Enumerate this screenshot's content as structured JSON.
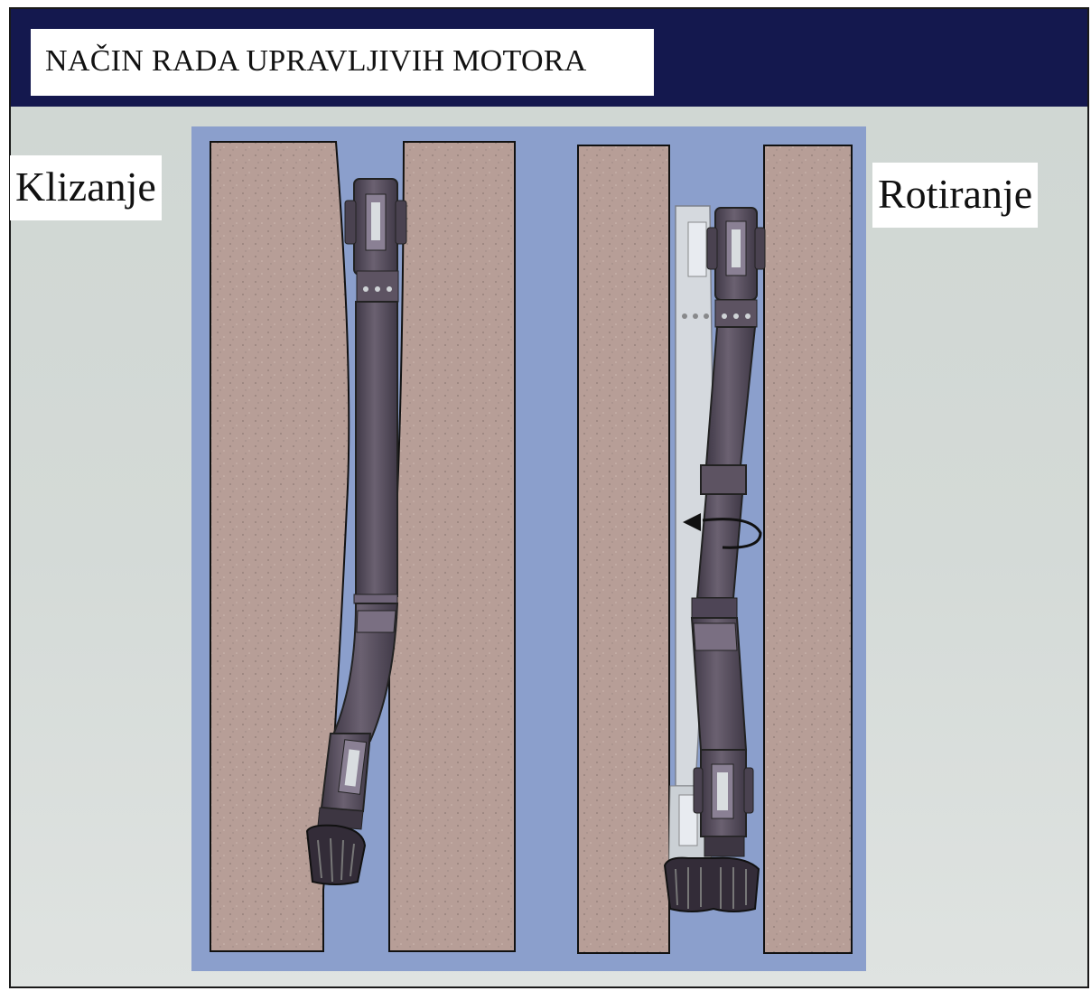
{
  "title": "NAČIN RADA UPRAVLJIVIH MOTORA",
  "labels": {
    "left": "Klizanje",
    "right": "Rotiranje"
  },
  "colors": {
    "header": "#14184e",
    "panel_background": "#8b9fcc",
    "formation": "#b79e97",
    "motor_body": "#5d5362",
    "motor_light": "#d9dde0"
  },
  "icons": {
    "rotation_arrow": "rotation-arrow-icon"
  }
}
